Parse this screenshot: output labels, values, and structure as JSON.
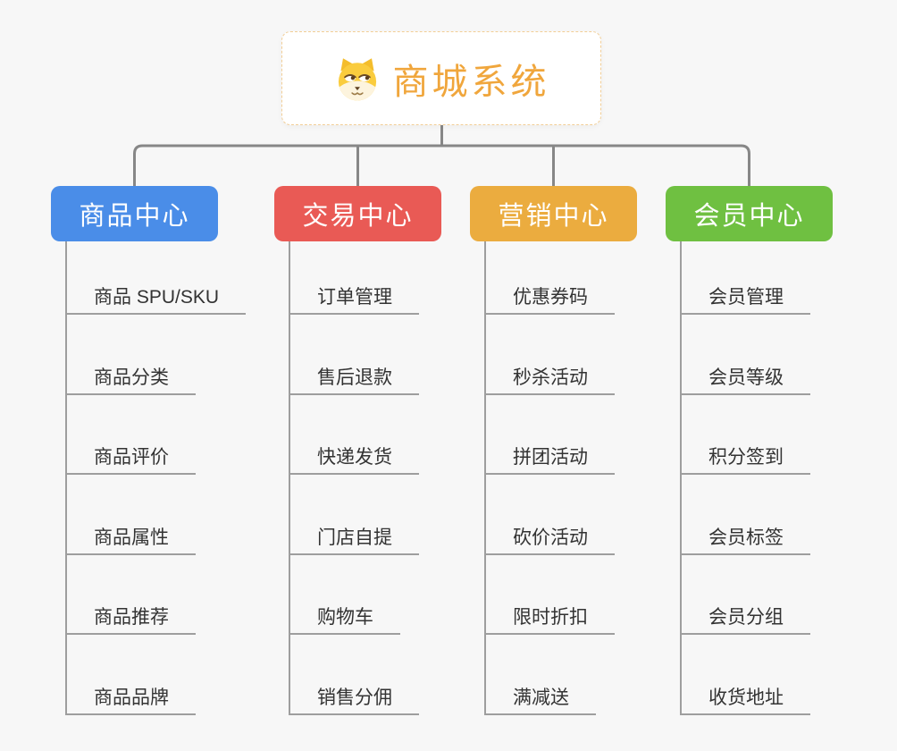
{
  "root": {
    "title": "商城系统",
    "icon": "shiba-dog-icon"
  },
  "branches": [
    {
      "label": "商品中心",
      "color": "#4A8DE8",
      "children": [
        "商品 SPU/SKU",
        "商品分类",
        "商品评价",
        "商品属性",
        "商品推荐",
        "商品品牌"
      ]
    },
    {
      "label": "交易中心",
      "color": "#E95A55",
      "children": [
        "订单管理",
        "售后退款",
        "快递发货",
        "门店自提",
        "购物车",
        "销售分佣"
      ]
    },
    {
      "label": "营销中心",
      "color": "#EBAC3F",
      "children": [
        "优惠券码",
        "秒杀活动",
        "拼团活动",
        "砍价活动",
        "限时折扣",
        "满减送"
      ]
    },
    {
      "label": "会员中心",
      "color": "#6FC041",
      "children": [
        "会员管理",
        "会员等级",
        "积分签到",
        "会员标签",
        "会员分组",
        "收货地址"
      ]
    }
  ],
  "colors": {
    "background": "#f7f7f7",
    "connector_line": "#878787",
    "leaf_line": "#9e9e9e",
    "leaf_text": "#333333",
    "root_text": "#F0A63C",
    "root_border_dashed": "#F2CE96"
  }
}
